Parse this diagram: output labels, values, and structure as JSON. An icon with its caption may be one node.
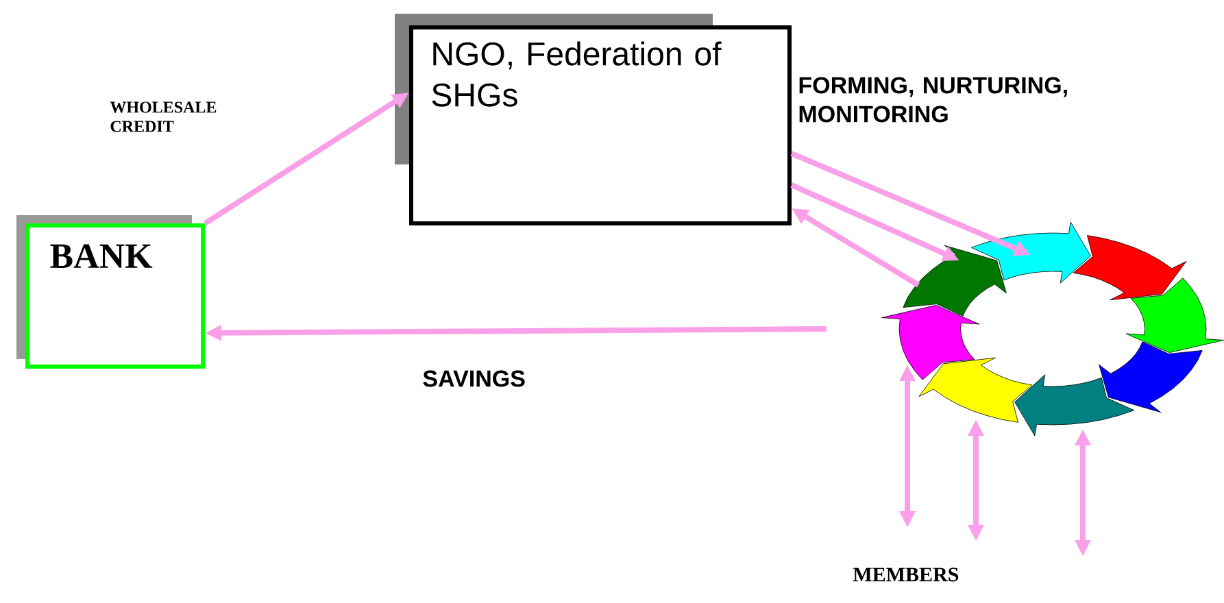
{
  "diagram": {
    "nodes": [
      {
        "text": [
          "BANK"
        ]
      },
      {
        "text": [
          "NGO, Federation of SHGs"
        ]
      },
      {
        "text": [],
        "shape": "ring"
      }
    ],
    "edges": [
      {
        "from": 0,
        "to": 1,
        "arrow": "to",
        "label": "WHOLESALE CREDIT"
      },
      {
        "from": 2,
        "to": 0,
        "arrow": "to",
        "label": "SAVINGS"
      },
      {
        "from": 1,
        "to": 2,
        "arrow": "to"
      },
      {
        "from": 1,
        "to": 2,
        "arrow": "to"
      },
      {
        "from": 2,
        "to": 1,
        "arrow": "to"
      },
      {
        "from": 2,
        "to": null,
        "arrow": "both"
      },
      {
        "from": 2,
        "to": null,
        "arrow": "both"
      },
      {
        "from": 2,
        "to": null,
        "arrow": "both"
      }
    ],
    "labels": [
      "FORMING, NURTURING, MONITORING",
      "MEMBERS"
    ]
  }
}
